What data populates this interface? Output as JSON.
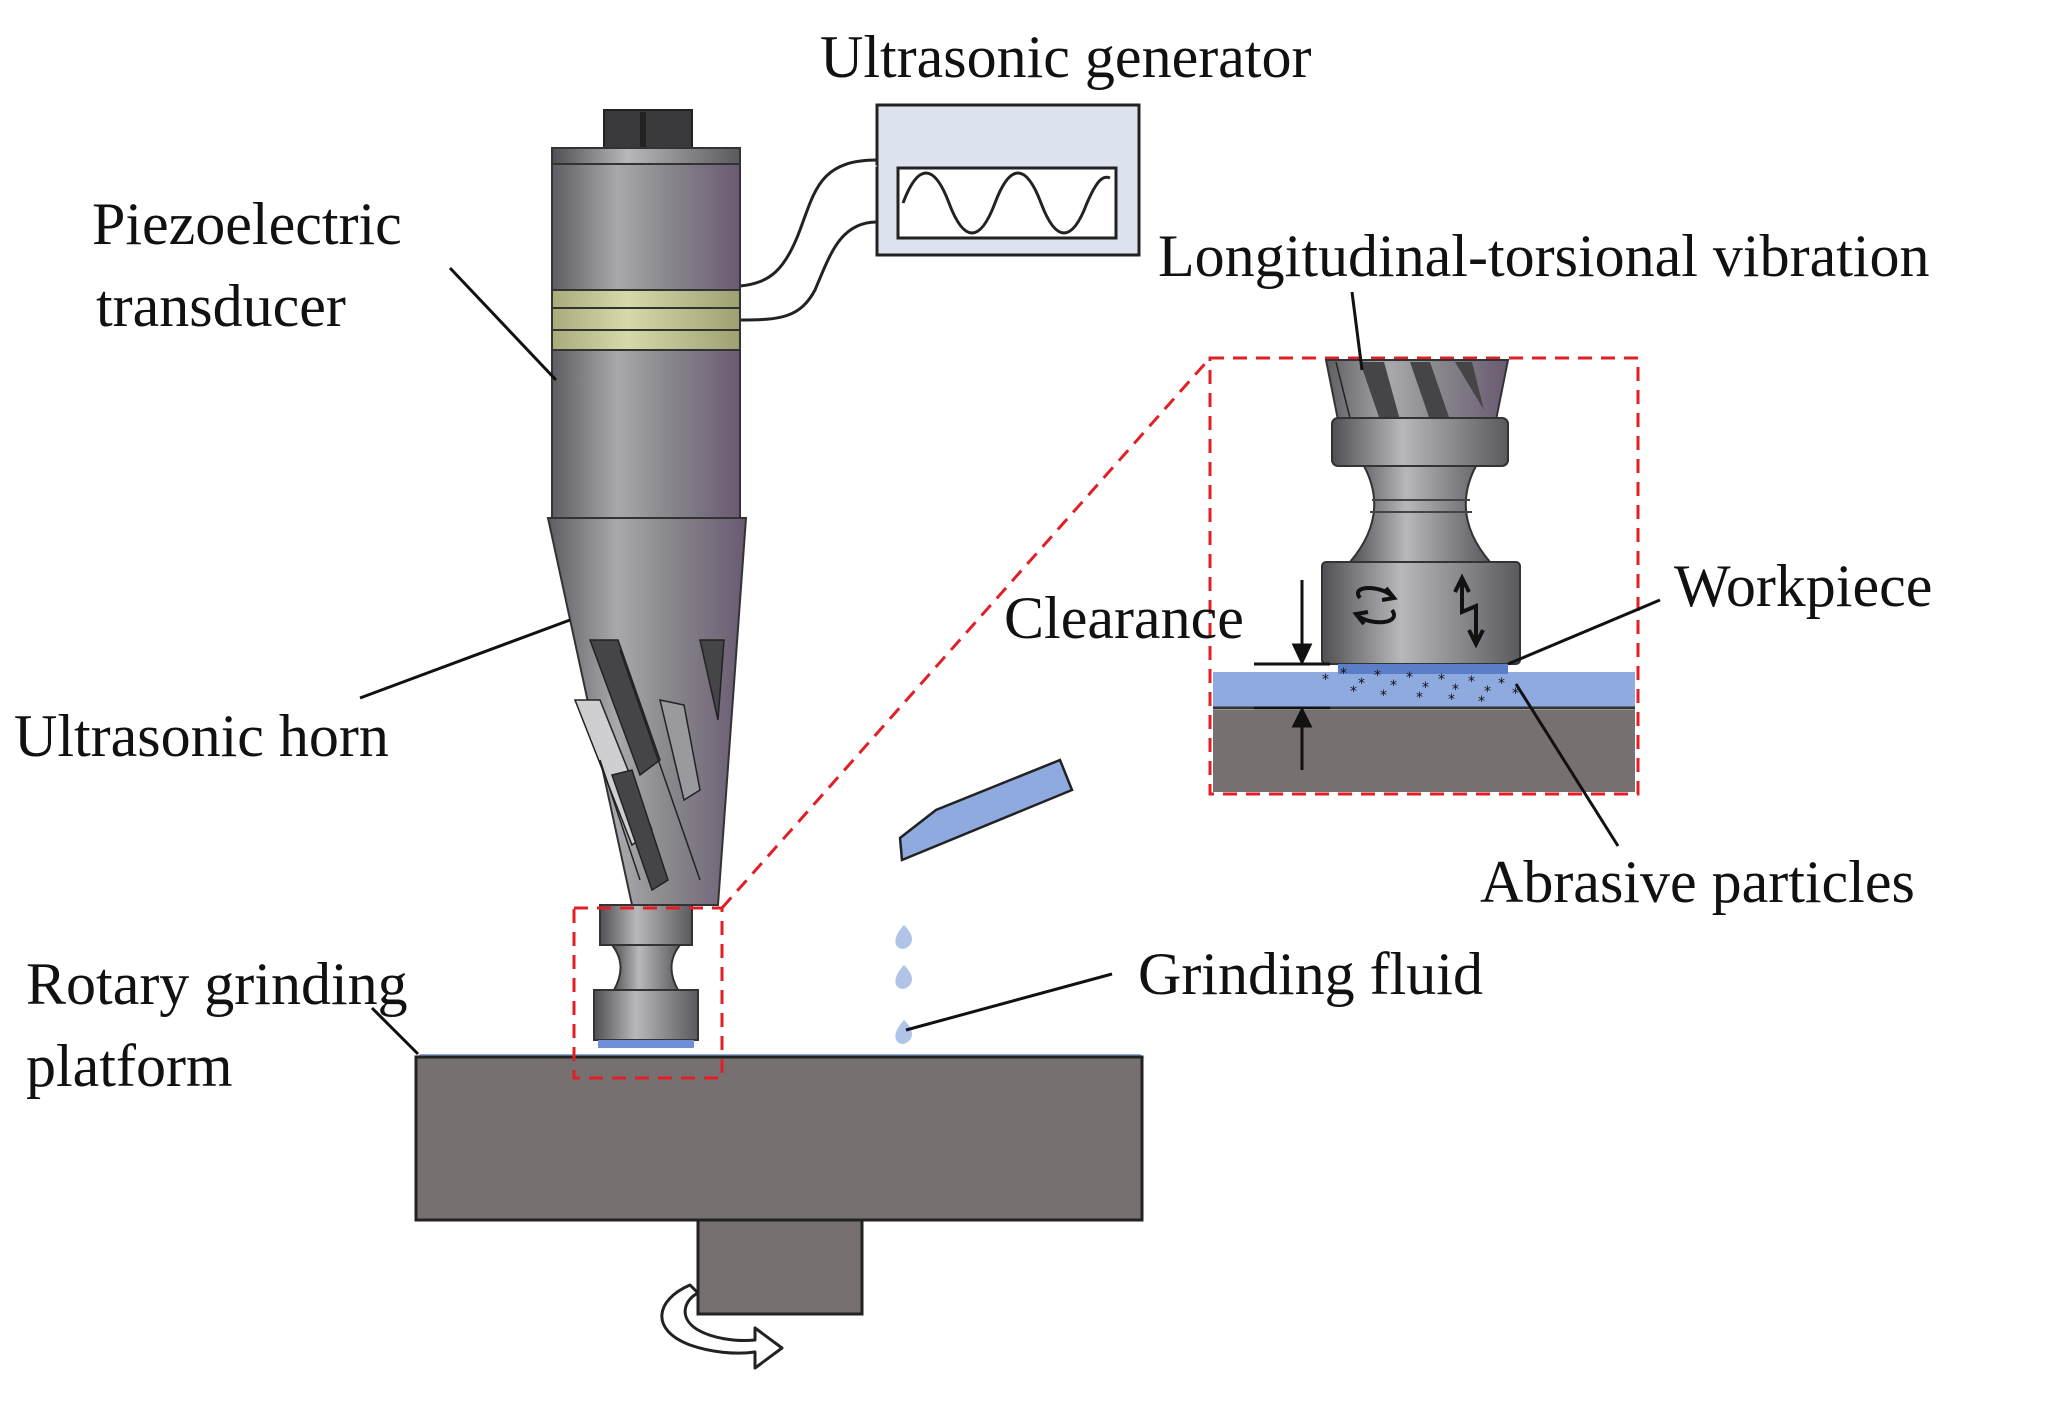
{
  "labels": {
    "ultrasonic_generator": "Ultrasonic generator",
    "piezo_line1": "Piezoelectric",
    "piezo_line2": "transducer",
    "longitudinal_torsional": "Longitudinal-torsional vibration",
    "workpiece": "Workpiece",
    "clearance": "Clearance",
    "ultrasonic_horn": "Ultrasonic horn",
    "abrasive_particles": "Abrasive particles",
    "grinding_fluid": "Grinding fluid",
    "platform_line1": "Rotary grinding",
    "platform_line2": "platform"
  },
  "colors": {
    "metal_dark": "#5a5a5e",
    "metal_light": "#a8a8ac",
    "metal_purple": "#6a5a72",
    "piezo_band": "#c8cc9a",
    "platform": "#767070",
    "fluid": "#8eaadf",
    "zoom_box": "#e21f26",
    "generator_bg": "#dde3ee"
  }
}
